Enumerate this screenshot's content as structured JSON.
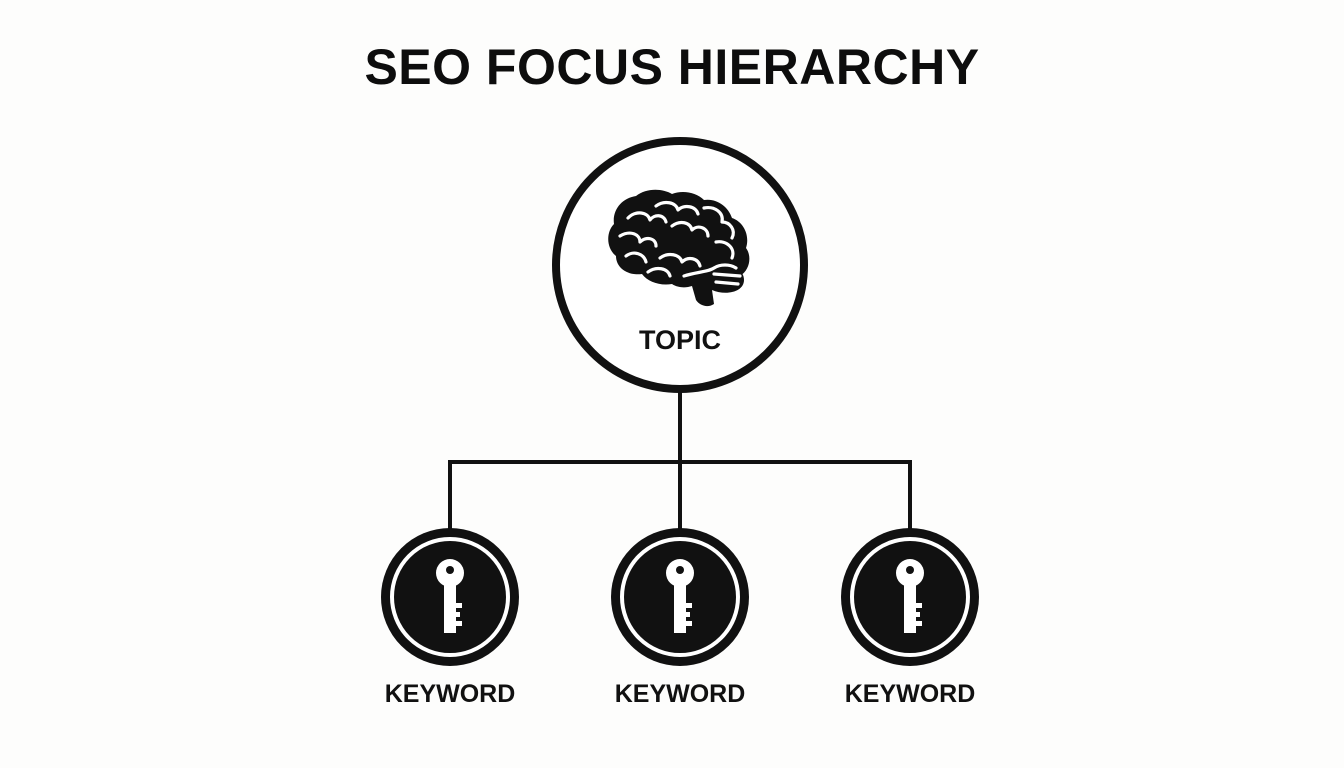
{
  "title": "SEO FOCUS HIERARCHY",
  "root": {
    "label": "TOPIC",
    "icon": "brain-icon"
  },
  "children": [
    {
      "label": "KEYWORD",
      "icon": "key-icon"
    },
    {
      "label": "KEYWORD",
      "icon": "key-icon"
    },
    {
      "label": "KEYWORD",
      "icon": "key-icon"
    }
  ],
  "colors": {
    "ink": "#111111",
    "background": "#fdfdfc",
    "icon_fill": "#ffffff"
  }
}
